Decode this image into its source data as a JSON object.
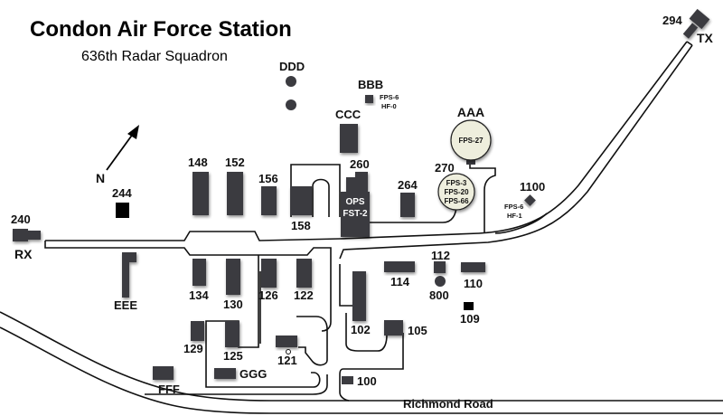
{
  "title": "Condon Air Force Station",
  "subtitle": "636th Radar Squadron",
  "north_label": "N",
  "road_label": "Richmond Road",
  "colors": {
    "building": "#3b3b40",
    "radome": "#eeeedd",
    "road_outline": "#111111",
    "background": "#ffffff"
  },
  "buildings": {
    "b148": "148",
    "b152": "152",
    "b156": "156",
    "b158": "158",
    "b260": "260",
    "ops": "OPS",
    "fst": "FST-2",
    "b264": "264",
    "b270": "270",
    "b244": "244",
    "b240": "240",
    "rx": "RX",
    "eee": "EEE",
    "b134": "134",
    "b130": "130",
    "b126": "126",
    "b122": "122",
    "b114": "114",
    "b112": "112",
    "b800": "800",
    "b110": "110",
    "b109": "109",
    "b102": "102",
    "b105": "105",
    "b100": "100",
    "b129": "129",
    "b125": "125",
    "b121": "121",
    "ggg": "GGG",
    "fff": "FFF",
    "ccc": "CCC",
    "ddd": "DDD",
    "bbb": "BBB",
    "aaa": "AAA",
    "b1100": "1100",
    "b294": "294",
    "tx": "TX"
  },
  "radars": {
    "bbb": [
      "FPS-6",
      "HF-0"
    ],
    "aaa": [
      "FPS-27"
    ],
    "b270": [
      "FPS-3",
      "FPS-20",
      "FPS-66"
    ],
    "b1100": [
      "FPS-6",
      "HF-1"
    ]
  }
}
